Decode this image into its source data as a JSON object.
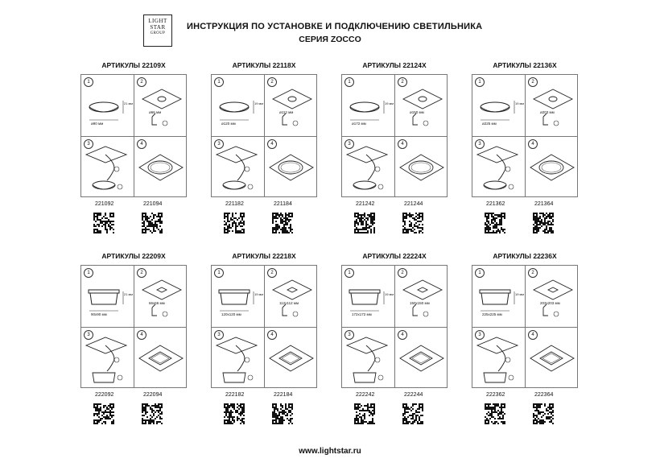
{
  "logo": {
    "line1": "LIGHT",
    "line2": "STAR",
    "line3": "GROUP"
  },
  "header": {
    "title": "ИНСТРУКЦИЯ ПО УСТАНОВКЕ И ПОДКЛЮЧЕНИЮ СВЕТИЛЬНИКА",
    "subtitle": "СЕРИЯ ZOCCO"
  },
  "sections": [
    {
      "article": "АРТИКУЛЫ 22109X",
      "shape": "round",
      "code1": "221092",
      "code2": "221094",
      "dim1": "ø90 мм",
      "dim2": "ø66 мм",
      "height": "21 мм"
    },
    {
      "article": "АРТИКУЛЫ 22118X",
      "shape": "round",
      "code1": "221182",
      "code2": "221184",
      "dim1": "ø120 мм",
      "dim2": "ø112 мм",
      "height": "19 мм"
    },
    {
      "article": "АРТИКУЛЫ 22124X",
      "shape": "round",
      "code1": "221242",
      "code2": "221244",
      "dim1": "ø172 мм",
      "dim2": "ø150 мм",
      "height": "19 мм"
    },
    {
      "article": "АРТИКУЛЫ 22136X",
      "shape": "round",
      "code1": "221362",
      "code2": "221364",
      "dim1": "ø225 мм",
      "dim2": "ø203 мм",
      "height": "19 мм"
    },
    {
      "article": "АРТИКУЛЫ 22209X",
      "shape": "square",
      "code1": "222092",
      "code2": "222094",
      "dim1": "90x90 мм",
      "dim2": "66x66 мм",
      "height": "21 мм"
    },
    {
      "article": "АРТИКУЛЫ 22218X",
      "shape": "square",
      "code1": "222182",
      "code2": "222184",
      "dim1": "120x120 мм",
      "dim2": "112x112 мм",
      "height": "19 мм"
    },
    {
      "article": "АРТИКУЛЫ 22224X",
      "shape": "square",
      "code1": "222242",
      "code2": "222244",
      "dim1": "172x172 мм",
      "dim2": "150x150 мм",
      "height": "19 мм"
    },
    {
      "article": "АРТИКУЛЫ 22236X",
      "shape": "square",
      "code1": "222362",
      "code2": "222364",
      "dim1": "225x225 мм",
      "dim2": "203x203 мм",
      "height": "19 мм"
    }
  ],
  "steps": [
    "1",
    "2",
    "3",
    "4"
  ],
  "footer": {
    "url": "www.lightstar.ru"
  }
}
